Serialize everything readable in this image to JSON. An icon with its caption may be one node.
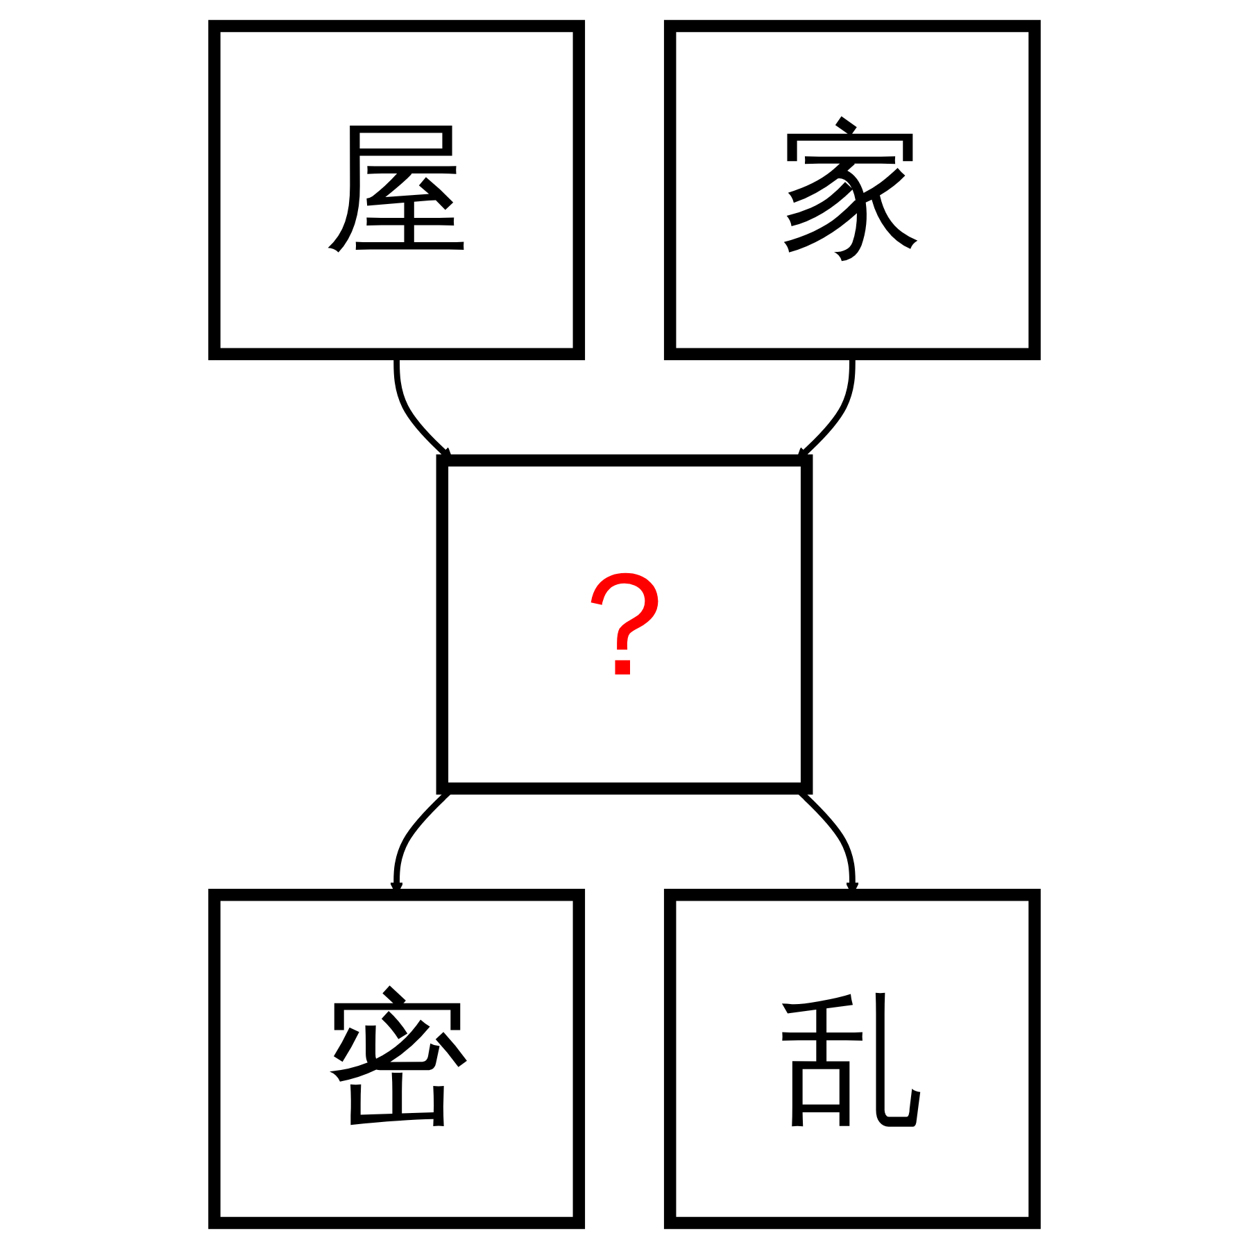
{
  "diagram": {
    "nodes": [
      {
        "text": [
          "屋"
        ]
      },
      {
        "text": [
          "家"
        ]
      },
      {
        "text": [
          "？"
        ]
      },
      {
        "text": [
          "密"
        ]
      },
      {
        "text": [
          "乱"
        ]
      }
    ],
    "edges": [
      {
        "from": 0,
        "to": 2,
        "arrow": "to"
      },
      {
        "from": 1,
        "to": 2,
        "arrow": "to"
      },
      {
        "from": 2,
        "to": 3,
        "arrow": "to"
      },
      {
        "from": 2,
        "to": 4,
        "arrow": "to"
      }
    ]
  }
}
